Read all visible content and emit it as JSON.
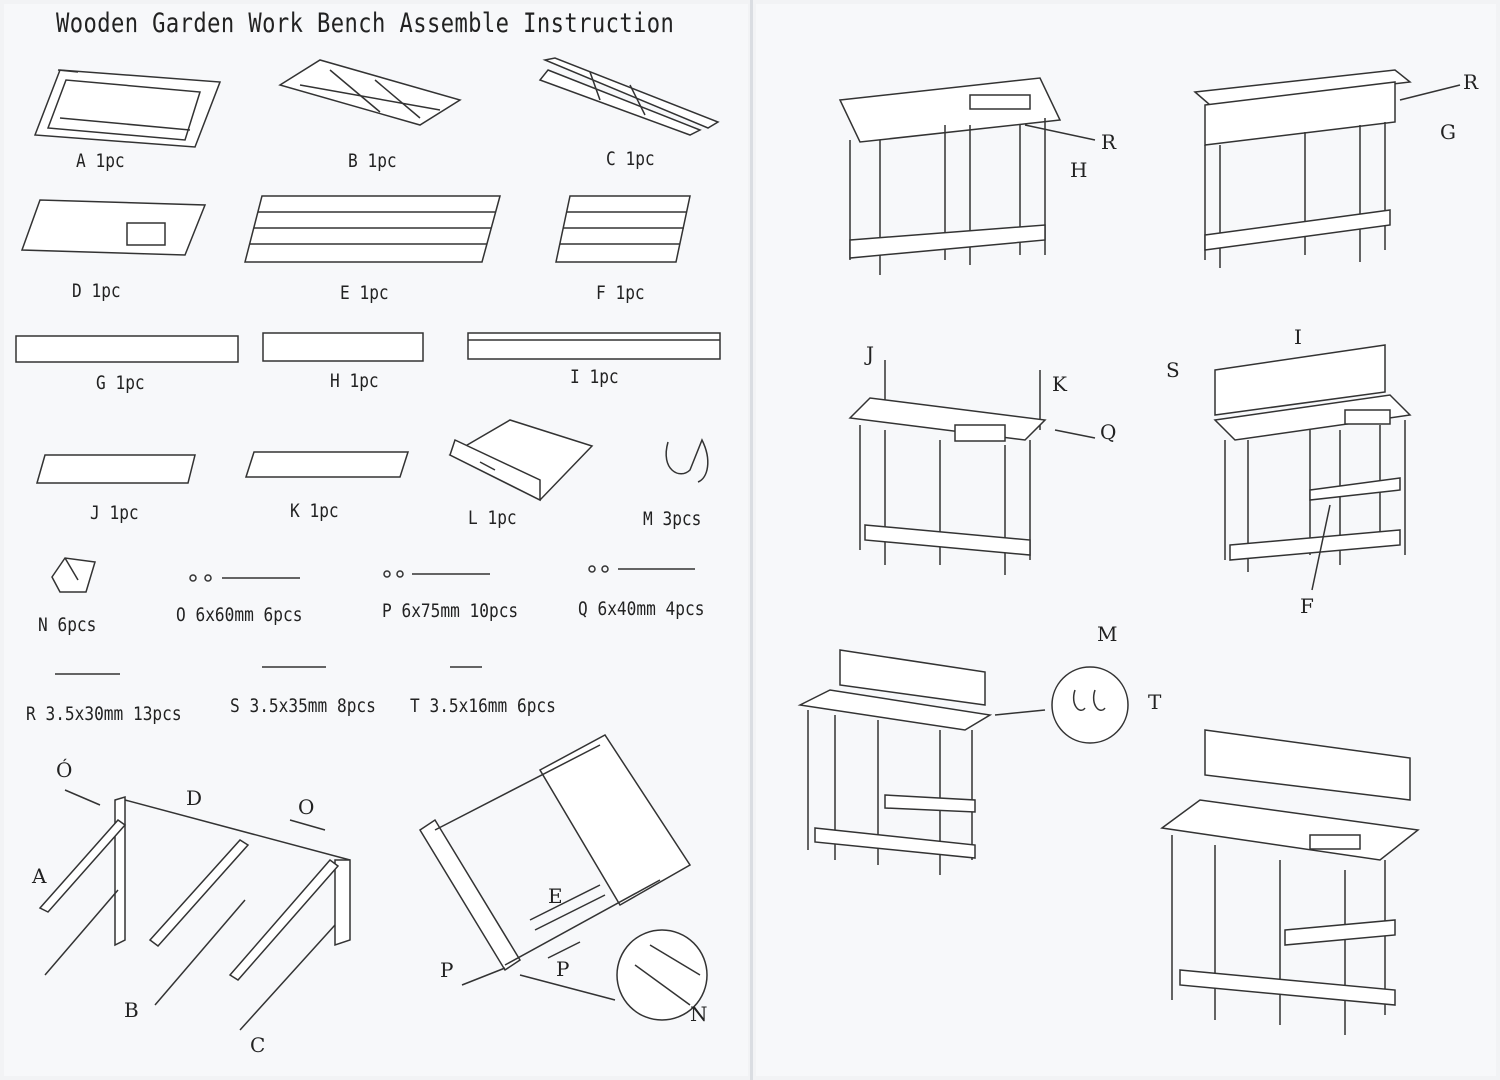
{
  "title": "Wooden Garden Work Bench Assemble Instruction",
  "parts": [
    {
      "letter": "A",
      "qty": "1pc"
    },
    {
      "letter": "B",
      "qty": "1pc"
    },
    {
      "letter": "C",
      "qty": "1pc"
    },
    {
      "letter": "D",
      "qty": "1pc"
    },
    {
      "letter": "E",
      "qty": "1pc"
    },
    {
      "letter": "F",
      "qty": "1pc"
    },
    {
      "letter": "G",
      "qty": "1pc"
    },
    {
      "letter": "H",
      "qty": "1pc"
    },
    {
      "letter": "I",
      "qty": "1pc"
    },
    {
      "letter": "J",
      "qty": "1pc"
    },
    {
      "letter": "K",
      "qty": "1pc"
    },
    {
      "letter": "L",
      "qty": "1pc"
    },
    {
      "letter": "M",
      "qty": "3pcs"
    },
    {
      "letter": "N",
      "qty": "6pcs"
    },
    {
      "letter": "O",
      "qty": "6x60mm 6pcs"
    },
    {
      "letter": "P",
      "qty": "6x75mm 10pcs"
    },
    {
      "letter": "Q",
      "qty": "6x40mm 4pcs"
    },
    {
      "letter": "R",
      "qty": "3.5x30mm 13pcs"
    },
    {
      "letter": "S",
      "qty": "3.5x35mm 8pcs"
    },
    {
      "letter": "T",
      "qty": "3.5x16mm 6pcs"
    }
  ],
  "step1_callouts": {
    "o1": "Ó",
    "d": "D",
    "o2": "O",
    "a": "A",
    "b": "B",
    "c": "C"
  },
  "step2_callouts": {
    "e": "E",
    "p1": "P",
    "p2": "P",
    "n": "N"
  },
  "step3_callouts": {
    "r": "R",
    "h": "H"
  },
  "step4_callouts": {
    "r": "R",
    "g": "G"
  },
  "step5_callouts": {
    "j": "J",
    "k": "K",
    "q": "Q"
  },
  "step6_callouts": {
    "i": "I",
    "s": "S",
    "f": "F"
  },
  "step7_callouts": {
    "m": "M",
    "t": "T"
  }
}
